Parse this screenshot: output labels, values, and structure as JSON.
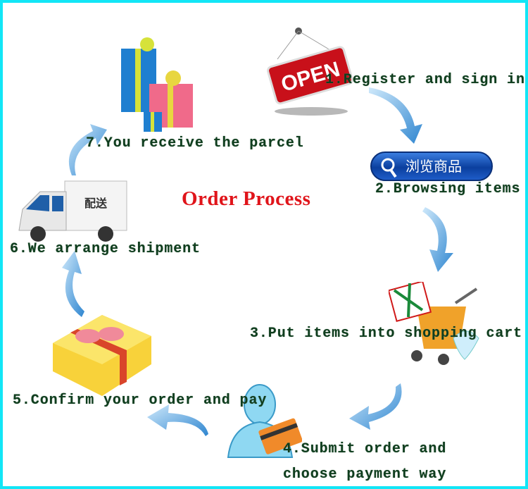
{
  "title": "Order Process",
  "steps": {
    "s1": "1.Register and sign in",
    "s2": "2.Browsing items",
    "s3": "3.Put items into shopping cart",
    "s4a": "4.Submit order and",
    "s4b": "choose payment way",
    "s5": "5.Confirm your order and pay",
    "s6": "6.We arrange shipment",
    "s7": "7.You receive the parcel"
  },
  "illustrations": {
    "open_sign": "OPEN",
    "browse_button": "浏览商品",
    "truck_label": "配送"
  },
  "colors": {
    "border": "#12e6f6",
    "title": "#e0141a",
    "text": "#0f3d1e",
    "arrow": "#4a9ad8"
  }
}
